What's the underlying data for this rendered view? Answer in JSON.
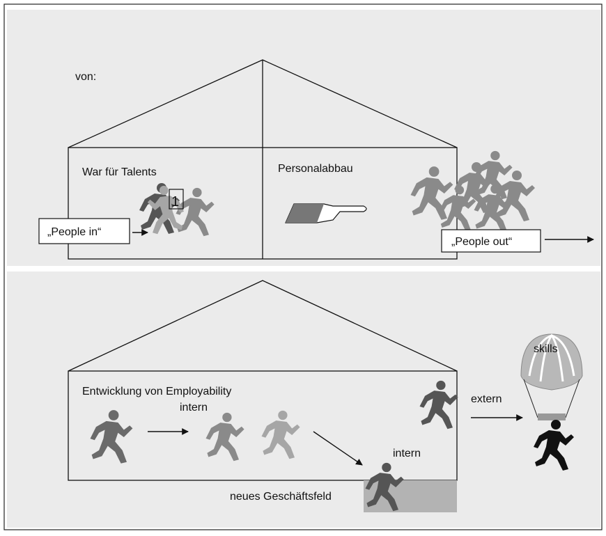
{
  "top_panel": {
    "von_label": "von:",
    "left_room_title": "War für Talents",
    "right_room_title": "Personalabbau",
    "people_in_label": "„People in“",
    "people_out_label": "„People out“",
    "counter_value": "1"
  },
  "bottom_panel": {
    "title": "Entwicklung von Employability",
    "intern_label_1": "intern",
    "intern_label_2": "intern",
    "extern_label": "extern",
    "new_business_label": "neues Geschäftsfeld",
    "balloon_label": "skills"
  },
  "colors": {
    "panel_bg": "#ebebeb",
    "figure_dark": "#555555",
    "figure_mid": "#8a8a8a",
    "figure_light": "#a6a6a6",
    "figure_black": "#111111",
    "new_field_box": "#b3b3b3"
  }
}
